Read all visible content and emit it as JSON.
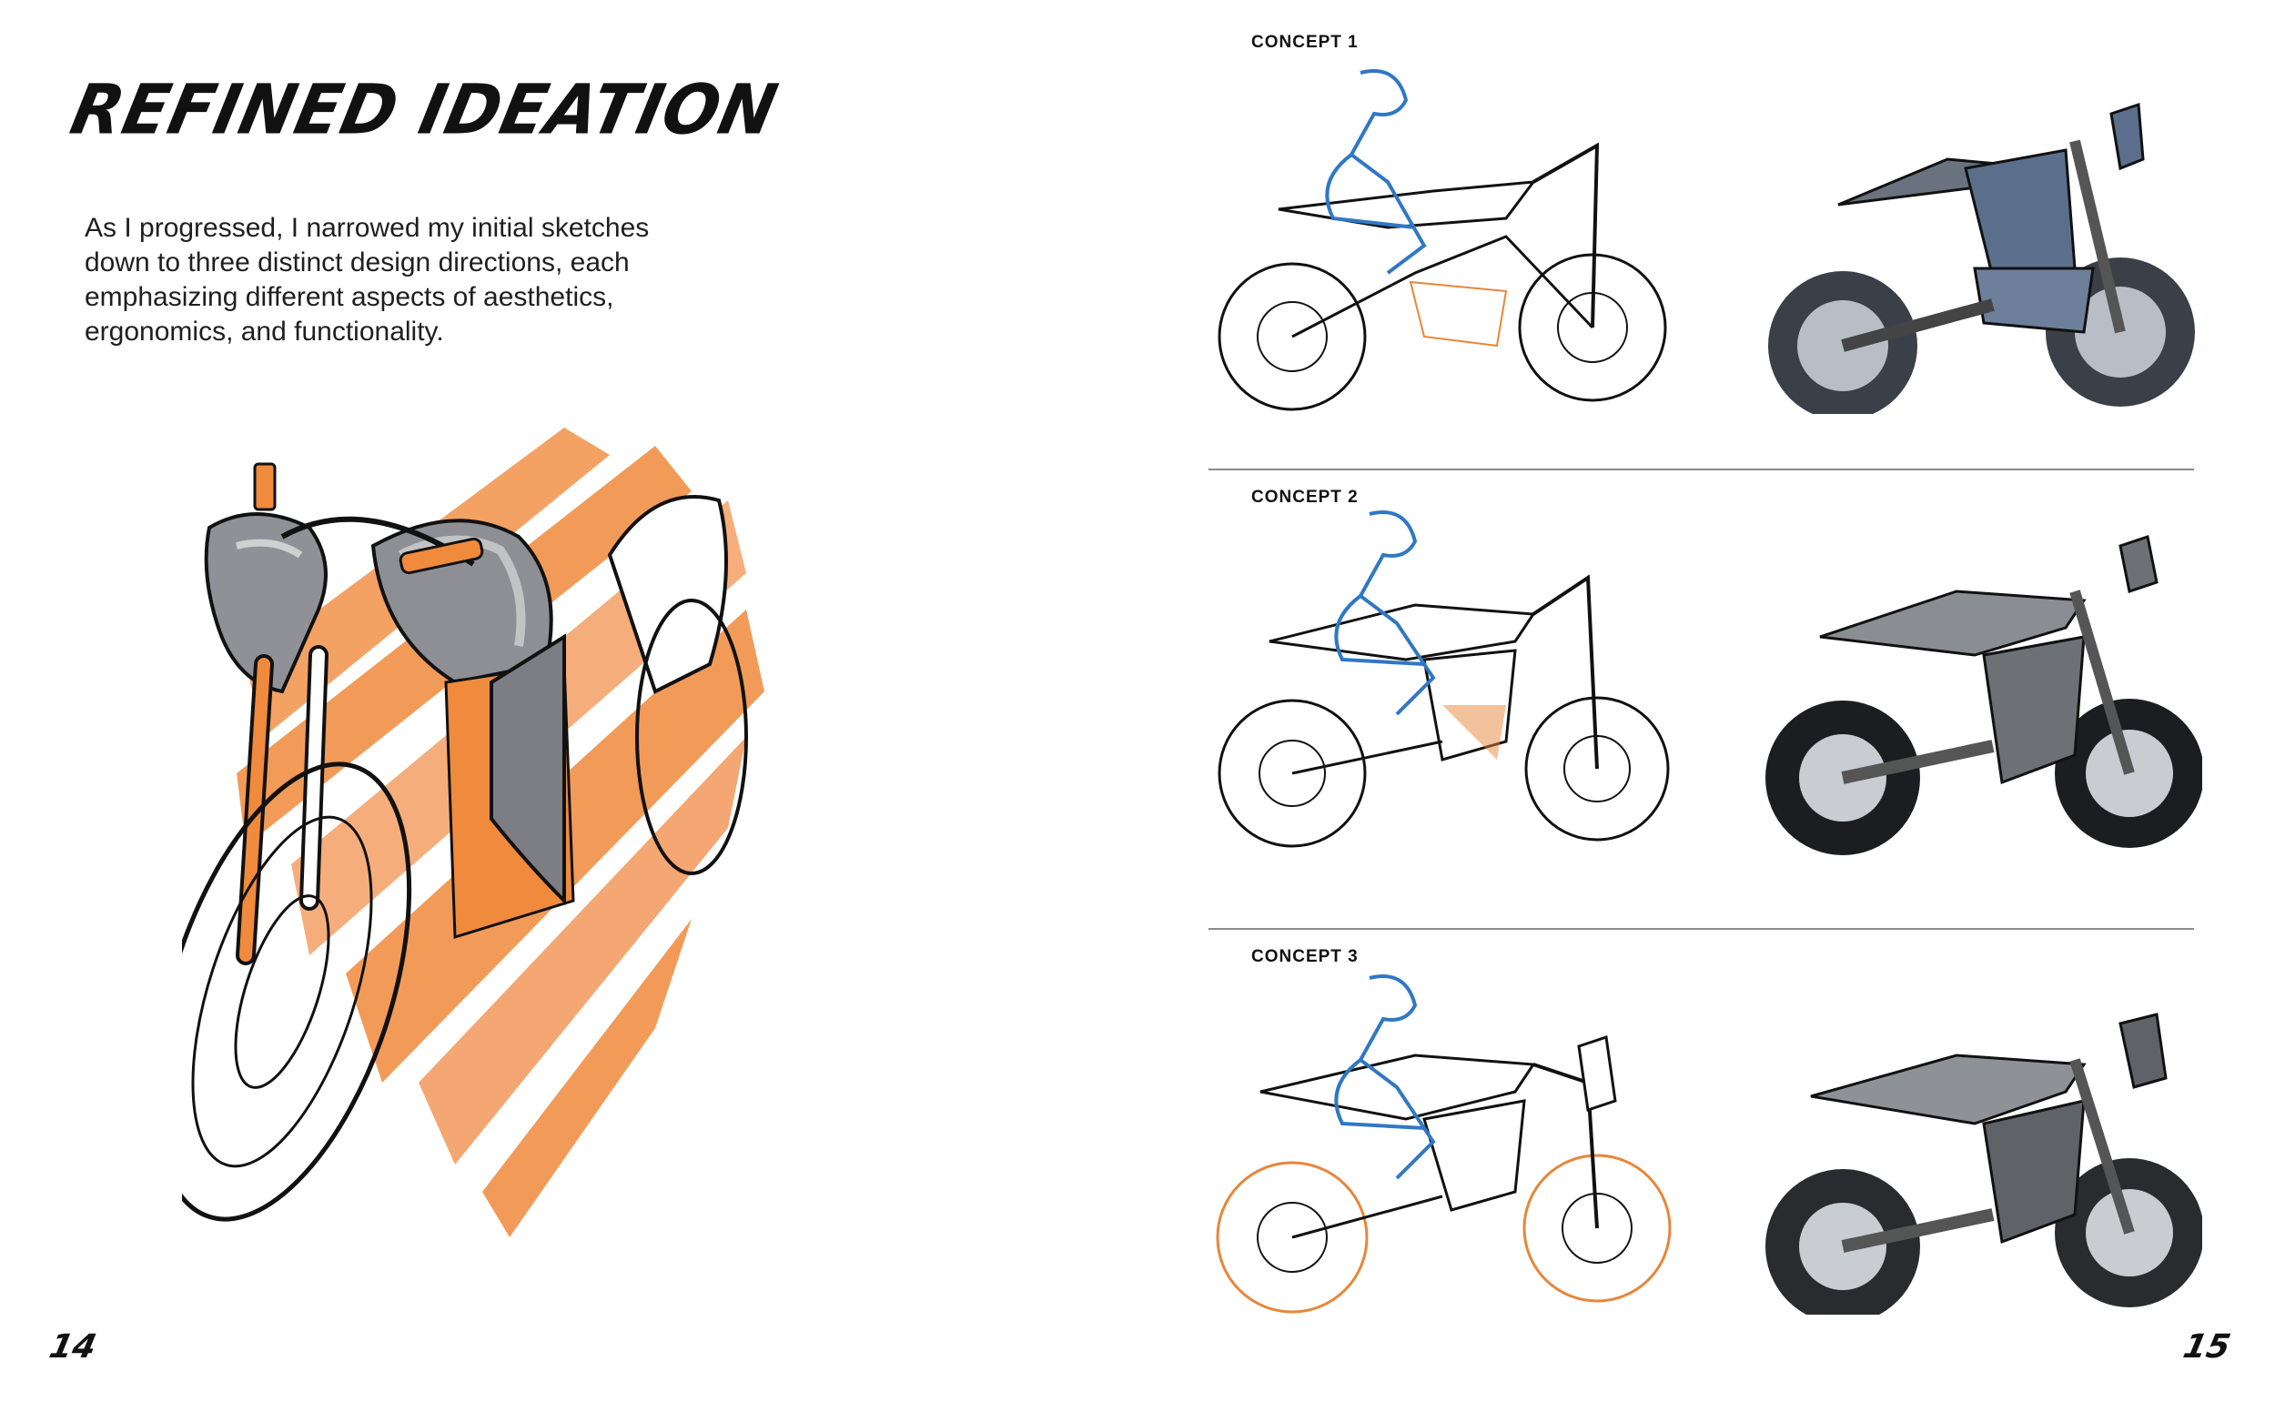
{
  "left_page": {
    "title": "Refined Ideation",
    "intro": "As I progressed, I narrowed my initial sketches down to three distinct design directions, each emphasizing different aspects of aesthetics, ergonomics, and functionality.",
    "page_number": "14"
  },
  "right_page": {
    "page_number": "15",
    "concepts": [
      {
        "label": "CONCEPT 1"
      },
      {
        "label": "CONCEPT 2"
      },
      {
        "label": "CONCEPT 3"
      }
    ]
  },
  "colors": {
    "accent_orange": "#f08a3c",
    "rider_blue": "#2f78c4",
    "line_black": "#111111",
    "render_gray": "#6d7580",
    "render_blue_gray": "#5b6f8c",
    "divider": "#8a8a8a"
  }
}
